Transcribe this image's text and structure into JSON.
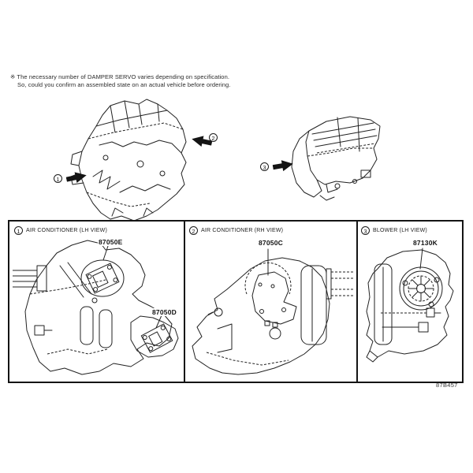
{
  "note": {
    "line1": "※ The necessary number of DAMPER SERVO varies depending on specification.",
    "line2": "So, could you confirm an assembled state on an actual vehicle before ordering."
  },
  "overview": {
    "callouts": [
      {
        "number": "1"
      },
      {
        "number": "2"
      },
      {
        "number": "3"
      }
    ]
  },
  "panels": [
    {
      "number": "1",
      "title": "AIR CONDITIONER (LH VIEW)",
      "parts": [
        {
          "label": "87050E"
        },
        {
          "label": "87050D"
        }
      ]
    },
    {
      "number": "2",
      "title": "AIR CONDITIONER (RH VIEW)",
      "parts": [
        {
          "label": "87050C"
        }
      ]
    },
    {
      "number": "3",
      "title": "BLOWER (LH VIEW)",
      "parts": [
        {
          "label": "87130K"
        }
      ]
    }
  ],
  "footer": {
    "figure_code": "87B457"
  },
  "colors": {
    "line": "#1c1c1c",
    "background": "#ffffff"
  }
}
